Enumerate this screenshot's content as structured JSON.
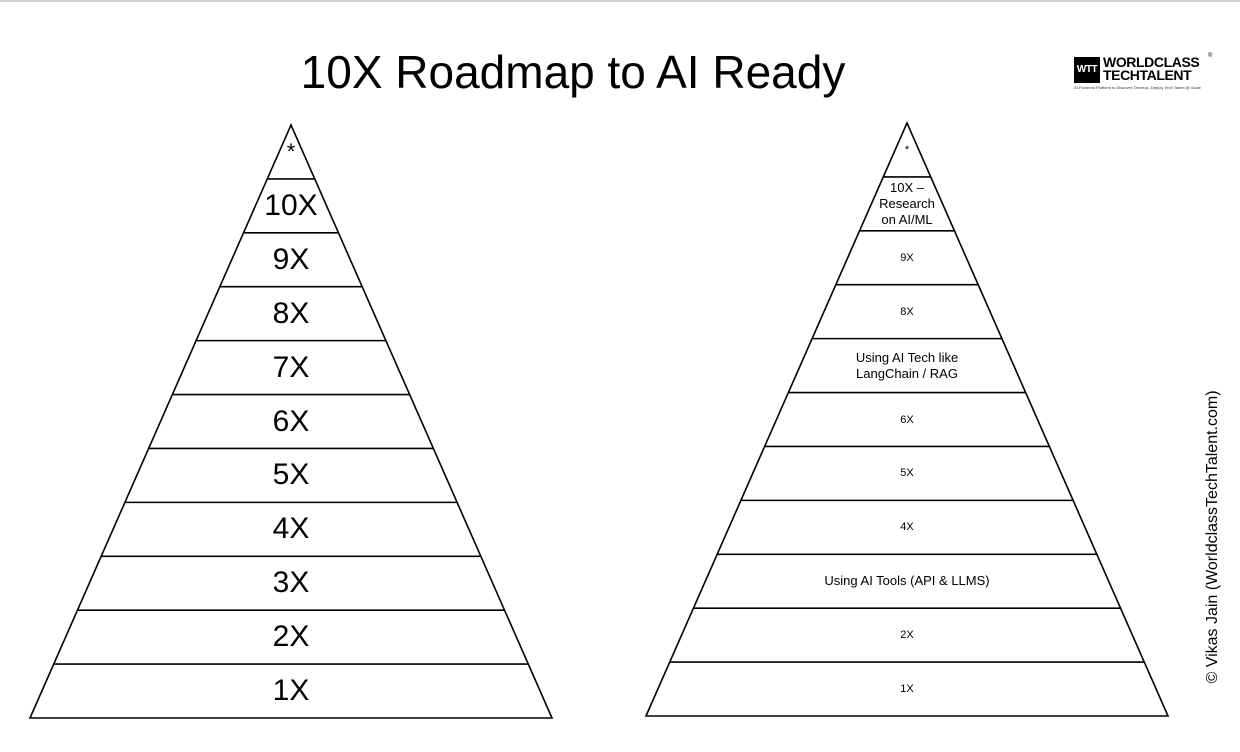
{
  "title": "10X Roadmap to AI Ready",
  "logo": {
    "mark": "WTT",
    "line1": "WORLDCLASS",
    "line2": "TECHTALENT",
    "registered": "®",
    "tagline": "AI-Powered Platform to Discover, Develop, Deploy Tech Talent @ Scale"
  },
  "left_pyramid": {
    "levels": [
      {
        "label": "*"
      },
      {
        "label": "10X"
      },
      {
        "label": "9X"
      },
      {
        "label": "8X"
      },
      {
        "label": "7X"
      },
      {
        "label": "6X"
      },
      {
        "label": "5X"
      },
      {
        "label": "4X"
      },
      {
        "label": "3X"
      },
      {
        "label": "2X"
      },
      {
        "label": "1X"
      }
    ]
  },
  "right_pyramid": {
    "levels": [
      {
        "label": "*"
      },
      {
        "label": "10X –\nResearch\non AI/ML"
      },
      {
        "label": "9X"
      },
      {
        "label": "8X"
      },
      {
        "label": "Using AI Tech like\nLangChain / RAG"
      },
      {
        "label": "6X"
      },
      {
        "label": "5X"
      },
      {
        "label": "4X"
      },
      {
        "label": "Using AI Tools (API & LLMS)"
      },
      {
        "label": "2X"
      },
      {
        "label": "1X"
      }
    ]
  },
  "copyright": "© Vikas Jain (WorldclassTechTalent.com)"
}
